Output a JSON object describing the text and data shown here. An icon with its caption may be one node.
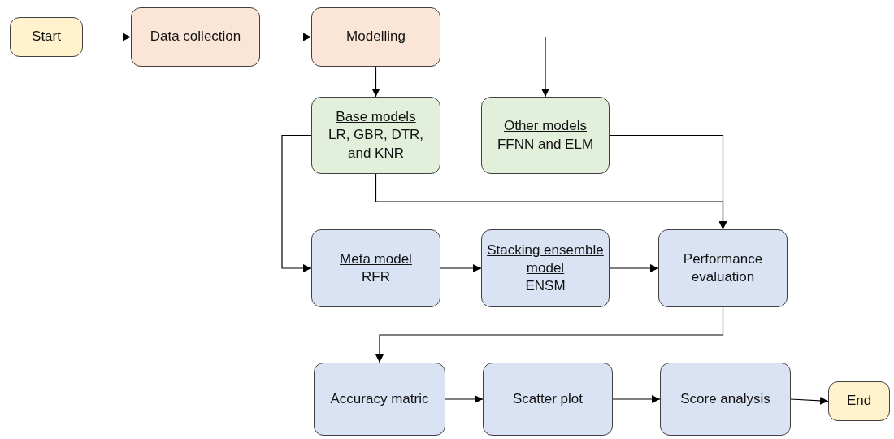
{
  "diagram": {
    "nodes": [
      {
        "text": [
          "Start"
        ]
      },
      {
        "text": [
          "Data collection"
        ]
      },
      {
        "text": [
          "Modelling"
        ]
      },
      {
        "text": [
          "Base models",
          "LR, GBR, DTR, and KNR"
        ]
      },
      {
        "text": [
          "Other models",
          "FFNN and ELM"
        ]
      },
      {
        "text": [
          "Meta model",
          "RFR"
        ]
      },
      {
        "text": [
          "Stacking ensemble model",
          "ENSM"
        ]
      },
      {
        "text": [
          "Performance evaluation"
        ]
      },
      {
        "text": [
          "Accuracy matric"
        ]
      },
      {
        "text": [
          "Scatter plot"
        ]
      },
      {
        "text": [
          "Score analysis"
        ]
      },
      {
        "text": [
          "End"
        ]
      }
    ],
    "edges": [
      {
        "from": 0,
        "to": 1,
        "arrow": "to"
      },
      {
        "from": 1,
        "to": 2,
        "arrow": "to"
      },
      {
        "from": 2,
        "to": 3,
        "arrow": "to"
      },
      {
        "from": 2,
        "to": 4,
        "arrow": "to"
      },
      {
        "from": 3,
        "to": 5,
        "arrow": "to"
      },
      {
        "from": 3,
        "to": 7,
        "arrow": "to"
      },
      {
        "from": 4,
        "to": 7,
        "arrow": "to"
      },
      {
        "from": 5,
        "to": 6,
        "arrow": "to"
      },
      {
        "from": 6,
        "to": 7,
        "arrow": "to"
      },
      {
        "from": 7,
        "to": 8,
        "arrow": "to"
      },
      {
        "from": 8,
        "to": 9,
        "arrow": "to"
      },
      {
        "from": 9,
        "to": 10,
        "arrow": "to"
      },
      {
        "from": 10,
        "to": 11,
        "arrow": "to"
      }
    ]
  }
}
